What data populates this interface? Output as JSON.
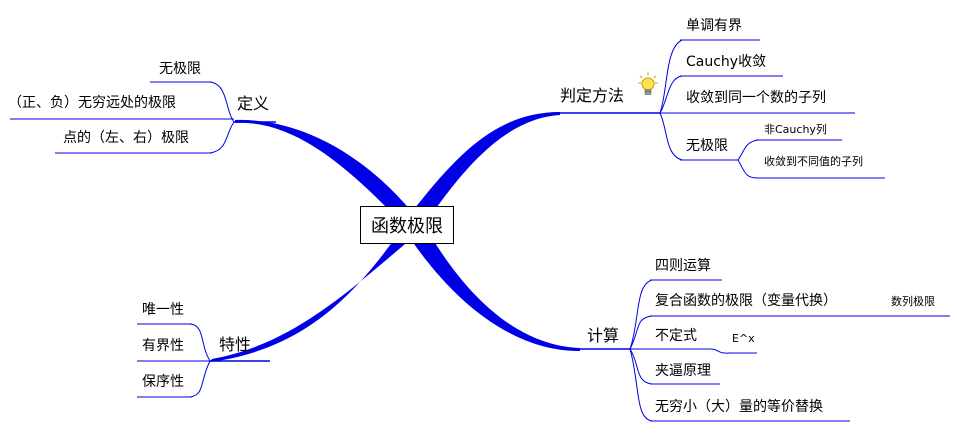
{
  "root": "函数极限",
  "branches": {
    "definition": {
      "label": "定义",
      "items": [
        "无极限",
        "（正、负）无穷远处的极限",
        "点的（左、右）极限"
      ]
    },
    "criteria": {
      "label": "判定方法",
      "icon": "lightbulb-icon",
      "items": [
        "单调有界",
        "Cauchy收敛",
        "收敛到同一个数的子列"
      ],
      "no_limit": {
        "label": "无极限",
        "items": [
          "非Cauchy列",
          "收敛到不同值的子列"
        ]
      }
    },
    "properties": {
      "label": "特性",
      "items": [
        "唯一性",
        "有界性",
        "保序性"
      ]
    },
    "calculation": {
      "label": "计算",
      "items": {
        "four_ops": "四则运算",
        "composite": "复合函数的极限（变量代换）",
        "composite_sub": "数列极限",
        "indeterminate": "不定式",
        "indeterminate_sub": "E^x",
        "squeeze": "夹逼原理",
        "equivalent": "无穷小（大）量的等价替换"
      }
    }
  },
  "colors": {
    "branch": "#0000e6",
    "text": "#000000"
  }
}
